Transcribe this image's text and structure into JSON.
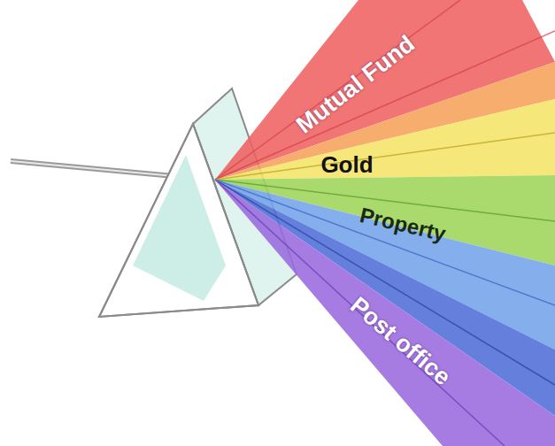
{
  "diagram": {
    "labels": [
      "Mutual Fund",
      "Gold",
      "Property",
      "Post office"
    ]
  }
}
